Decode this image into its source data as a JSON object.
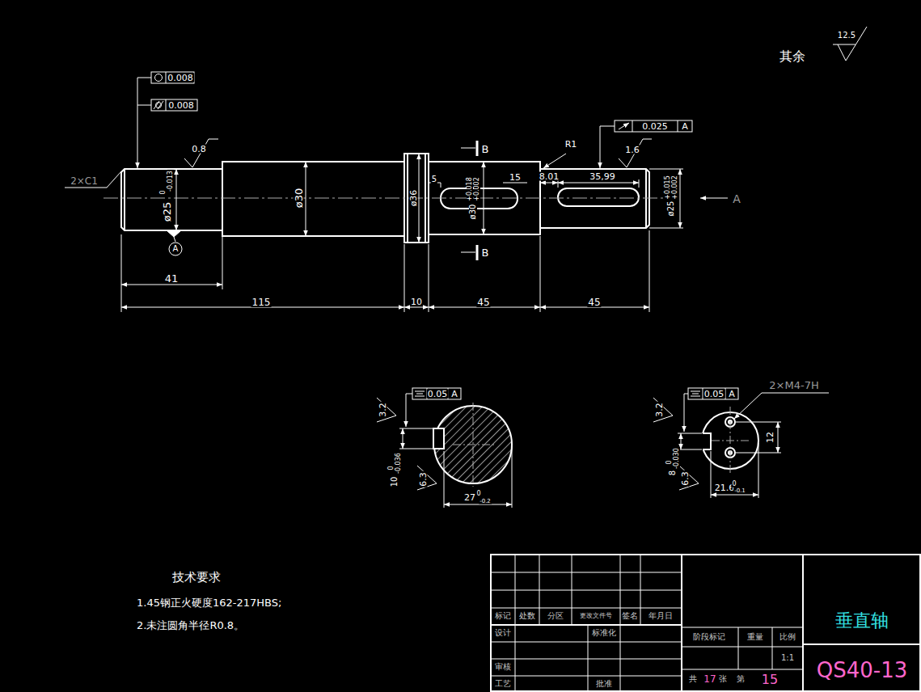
{
  "diagram": {
    "labels": [
      "其余",
      "12.5",
      "0.008",
      "0.008",
      "2×C1",
      "0.8",
      "ø25",
      "0",
      "-0.013",
      "ø30",
      "ø36",
      "ø30",
      "+0.018",
      "+0.002",
      "5",
      "15",
      "8.01",
      "35,99",
      "ø25",
      "+0.015",
      "+0.002",
      "R1",
      "0.025",
      "A",
      "1.6",
      "B",
      "B",
      "A",
      "A",
      "41",
      "115",
      "10",
      "45",
      "45",
      "0.05",
      "A",
      "3.2",
      "10",
      "0",
      "-0.036",
      "6.3",
      "27",
      "0",
      "-0.2",
      "0.05",
      "A",
      "2×M4-7H",
      "3.2",
      "12",
      "8",
      "0",
      "-0.030",
      "6.3",
      "21.6",
      "0",
      "-0.1",
      "技术要求",
      "1.45钢正火硬度162-217HBS;",
      "2.未注圆角半径R0.8。",
      "标记",
      "处数",
      "分区",
      "更改文件号",
      "签名",
      "年月日",
      "设计",
      "标准化",
      "阶段标记",
      "重量",
      "比例",
      "审核",
      "1:1",
      "工艺",
      "批准",
      "共",
      "17",
      "张",
      "第",
      "15",
      "垂直轴",
      "QS40-13"
    ]
  }
}
